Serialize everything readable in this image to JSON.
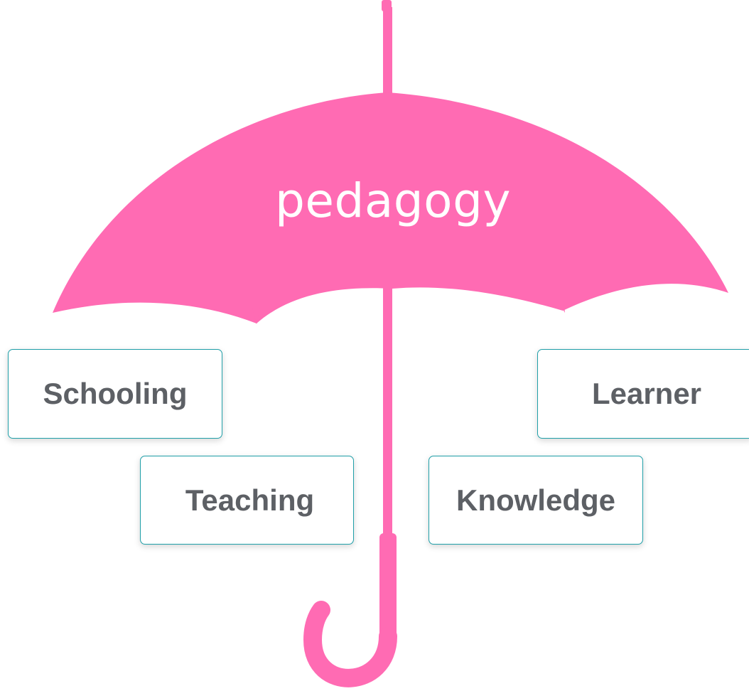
{
  "diagram": {
    "umbrella_label": "pedagogy",
    "concepts": [
      {
        "label": "Schooling"
      },
      {
        "label": "Teaching"
      },
      {
        "label": "Learner"
      },
      {
        "label": "Knowledge"
      }
    ]
  },
  "colors": {
    "umbrella": "#ff6bb3",
    "umbrella_text": "#ffffff",
    "box_border": "#1f9fa8",
    "box_text": "#5d6065",
    "background": "#ffffff"
  }
}
